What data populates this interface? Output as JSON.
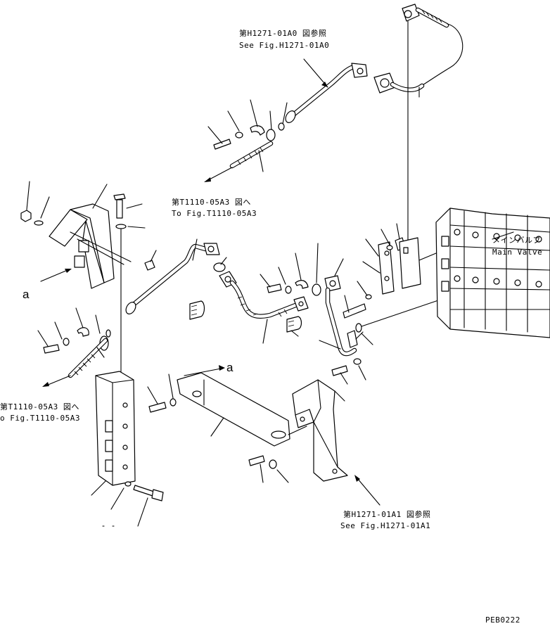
{
  "labels": {
    "ref_h1271_01a0_jp": "第H1271-01A0 図参照",
    "ref_h1271_01a0_en": "See Fig.H1271-01A0",
    "ref_t1110_05a3_top_jp": "第T1110-05A3 図へ",
    "ref_t1110_05a3_top_en": "To Fig.T1110-05A3",
    "ref_t1110_05a3_left_jp": "第T1110-05A3 図へ",
    "ref_t1110_05a3_left_en": "o Fig.T1110-05A3",
    "ref_h1271_01a1_jp": "第H1271-01A1 図参照",
    "ref_h1271_01a1_en": "See Fig.H1271-01A1",
    "main_valve_jp": "メインバルブ",
    "main_valve_en": "Main Valve",
    "marker_a_left": "a",
    "marker_a_mid": "a",
    "drawing_code": "PEB0222"
  }
}
